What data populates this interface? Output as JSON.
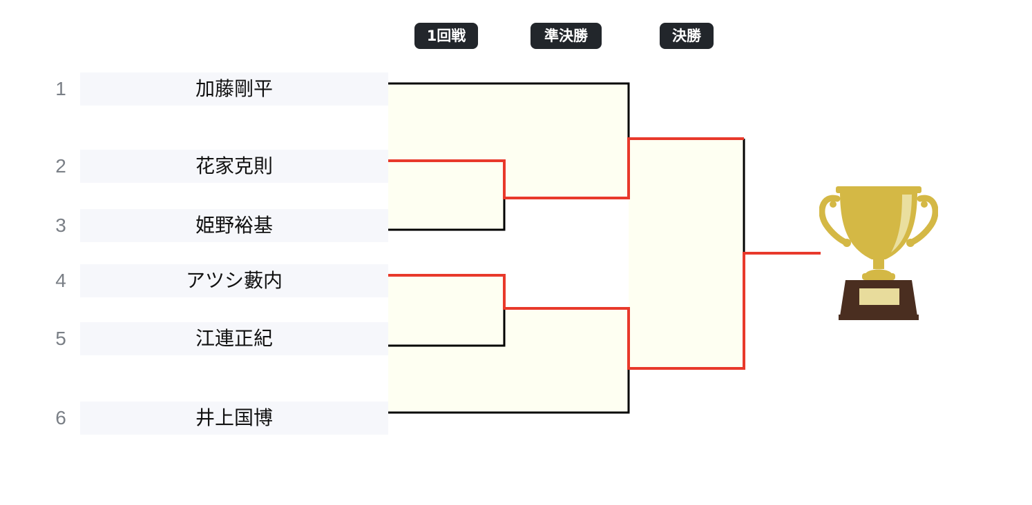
{
  "rounds": [
    {
      "label": "1回戦"
    },
    {
      "label": "準決勝"
    },
    {
      "label": "決勝"
    }
  ],
  "entries": [
    {
      "seed": "1",
      "name": "加藤剛平"
    },
    {
      "seed": "2",
      "name": "花家克則"
    },
    {
      "seed": "3",
      "name": "姫野裕基"
    },
    {
      "seed": "4",
      "name": "アツシ藪内"
    },
    {
      "seed": "5",
      "name": "江連正紀"
    },
    {
      "seed": "6",
      "name": "井上国博"
    }
  ],
  "colors": {
    "badge_bg": "#22262b",
    "badge_text": "#ffffff",
    "entry_bg": "#f6f7fb",
    "seed_text": "#7a7f86",
    "bracket_fill": "#fefff2",
    "line_black": "#000000",
    "winner_red": "#e8392b",
    "trophy_gold": "#d4b845",
    "trophy_highlight": "#eadf9f",
    "trophy_base": "#4a2e20",
    "trophy_plate": "#e8dc9c"
  },
  "icons": {
    "trophy": "trophy-icon"
  }
}
